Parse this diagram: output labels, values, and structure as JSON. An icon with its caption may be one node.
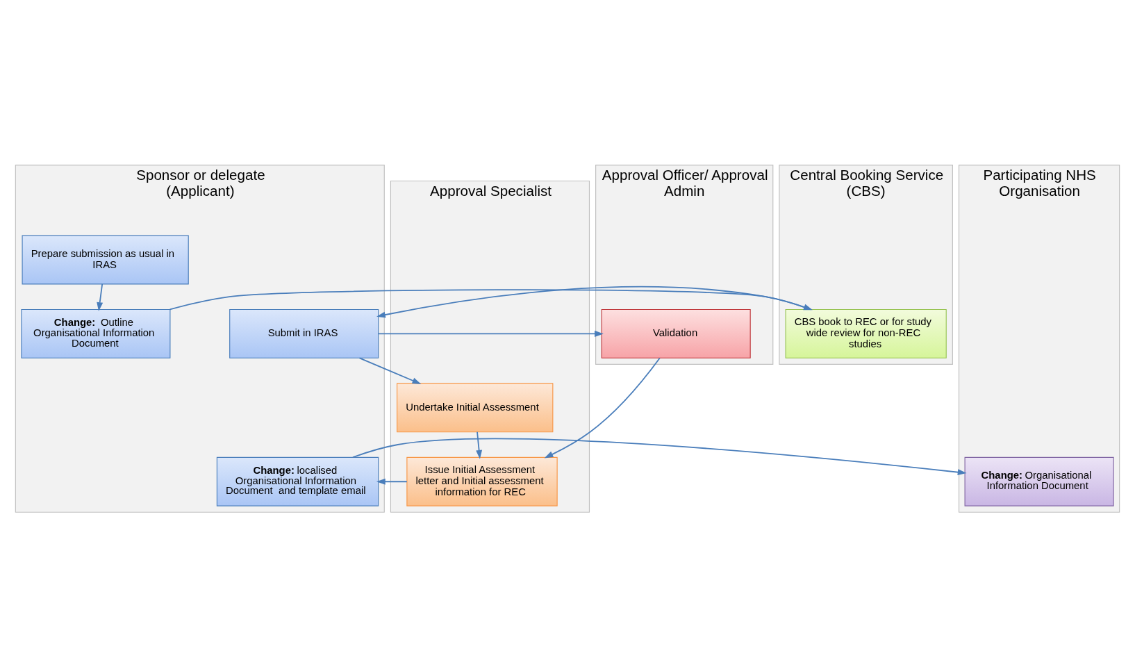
{
  "diagram": {
    "nodes": [
      {
        "text": [
          "Sponsor or delegate (Applicant)"
        ]
      },
      {
        "text": [
          "Central Booking Service (CBS)"
        ]
      },
      {
        "text": [
          "Approval Officer/ Approval Admin"
        ]
      },
      {
        "text": [
          "Approval Specialist"
        ]
      },
      {
        "text": [
          "Participating NHS Organisation"
        ]
      },
      {
        "text": [
          "Prepare submission as usual in IRAS"
        ],
        "in": 0
      },
      {
        "text": [
          "**Change:**  Outline Organisational Information Document"
        ],
        "in": 0
      },
      {
        "text": [
          "CBS book to REC or for study wide review for non-REC studies"
        ],
        "in": 1
      },
      {
        "text": [
          "Submit in IRAS"
        ],
        "in": 0
      },
      {
        "text": [
          "Validation"
        ],
        "in": 2
      },
      {
        "text": [
          "Undertake Initial Assessment"
        ],
        "in": 3
      },
      {
        "text": [
          "Issue Initial Assessment letter and Initial assessment information for REC"
        ],
        "in": 3
      },
      {
        "text": [
          "**Change:** localised Organisational Information Document  and template email"
        ],
        "in": 0
      },
      {
        "text": [
          "**Change:** Organisational Information Document"
        ],
        "in": 4
      }
    ],
    "edges": [
      {
        "from": 5,
        "to": 6,
        "arrow": "to"
      },
      {
        "from": 6,
        "to": 7,
        "arrow": "to"
      },
      {
        "from": 7,
        "to": 8,
        "arrow": "to"
      },
      {
        "from": 8,
        "to": 9,
        "arrow": "to"
      },
      {
        "from": 8,
        "to": 10,
        "arrow": "to"
      },
      {
        "from": 10,
        "to": 11,
        "arrow": "to"
      },
      {
        "from": 9,
        "to": 11,
        "arrow": "to"
      },
      {
        "from": 11,
        "to": 12,
        "arrow": "to"
      },
      {
        "from": 12,
        "to": 13,
        "arrow": "to"
      }
    ]
  }
}
